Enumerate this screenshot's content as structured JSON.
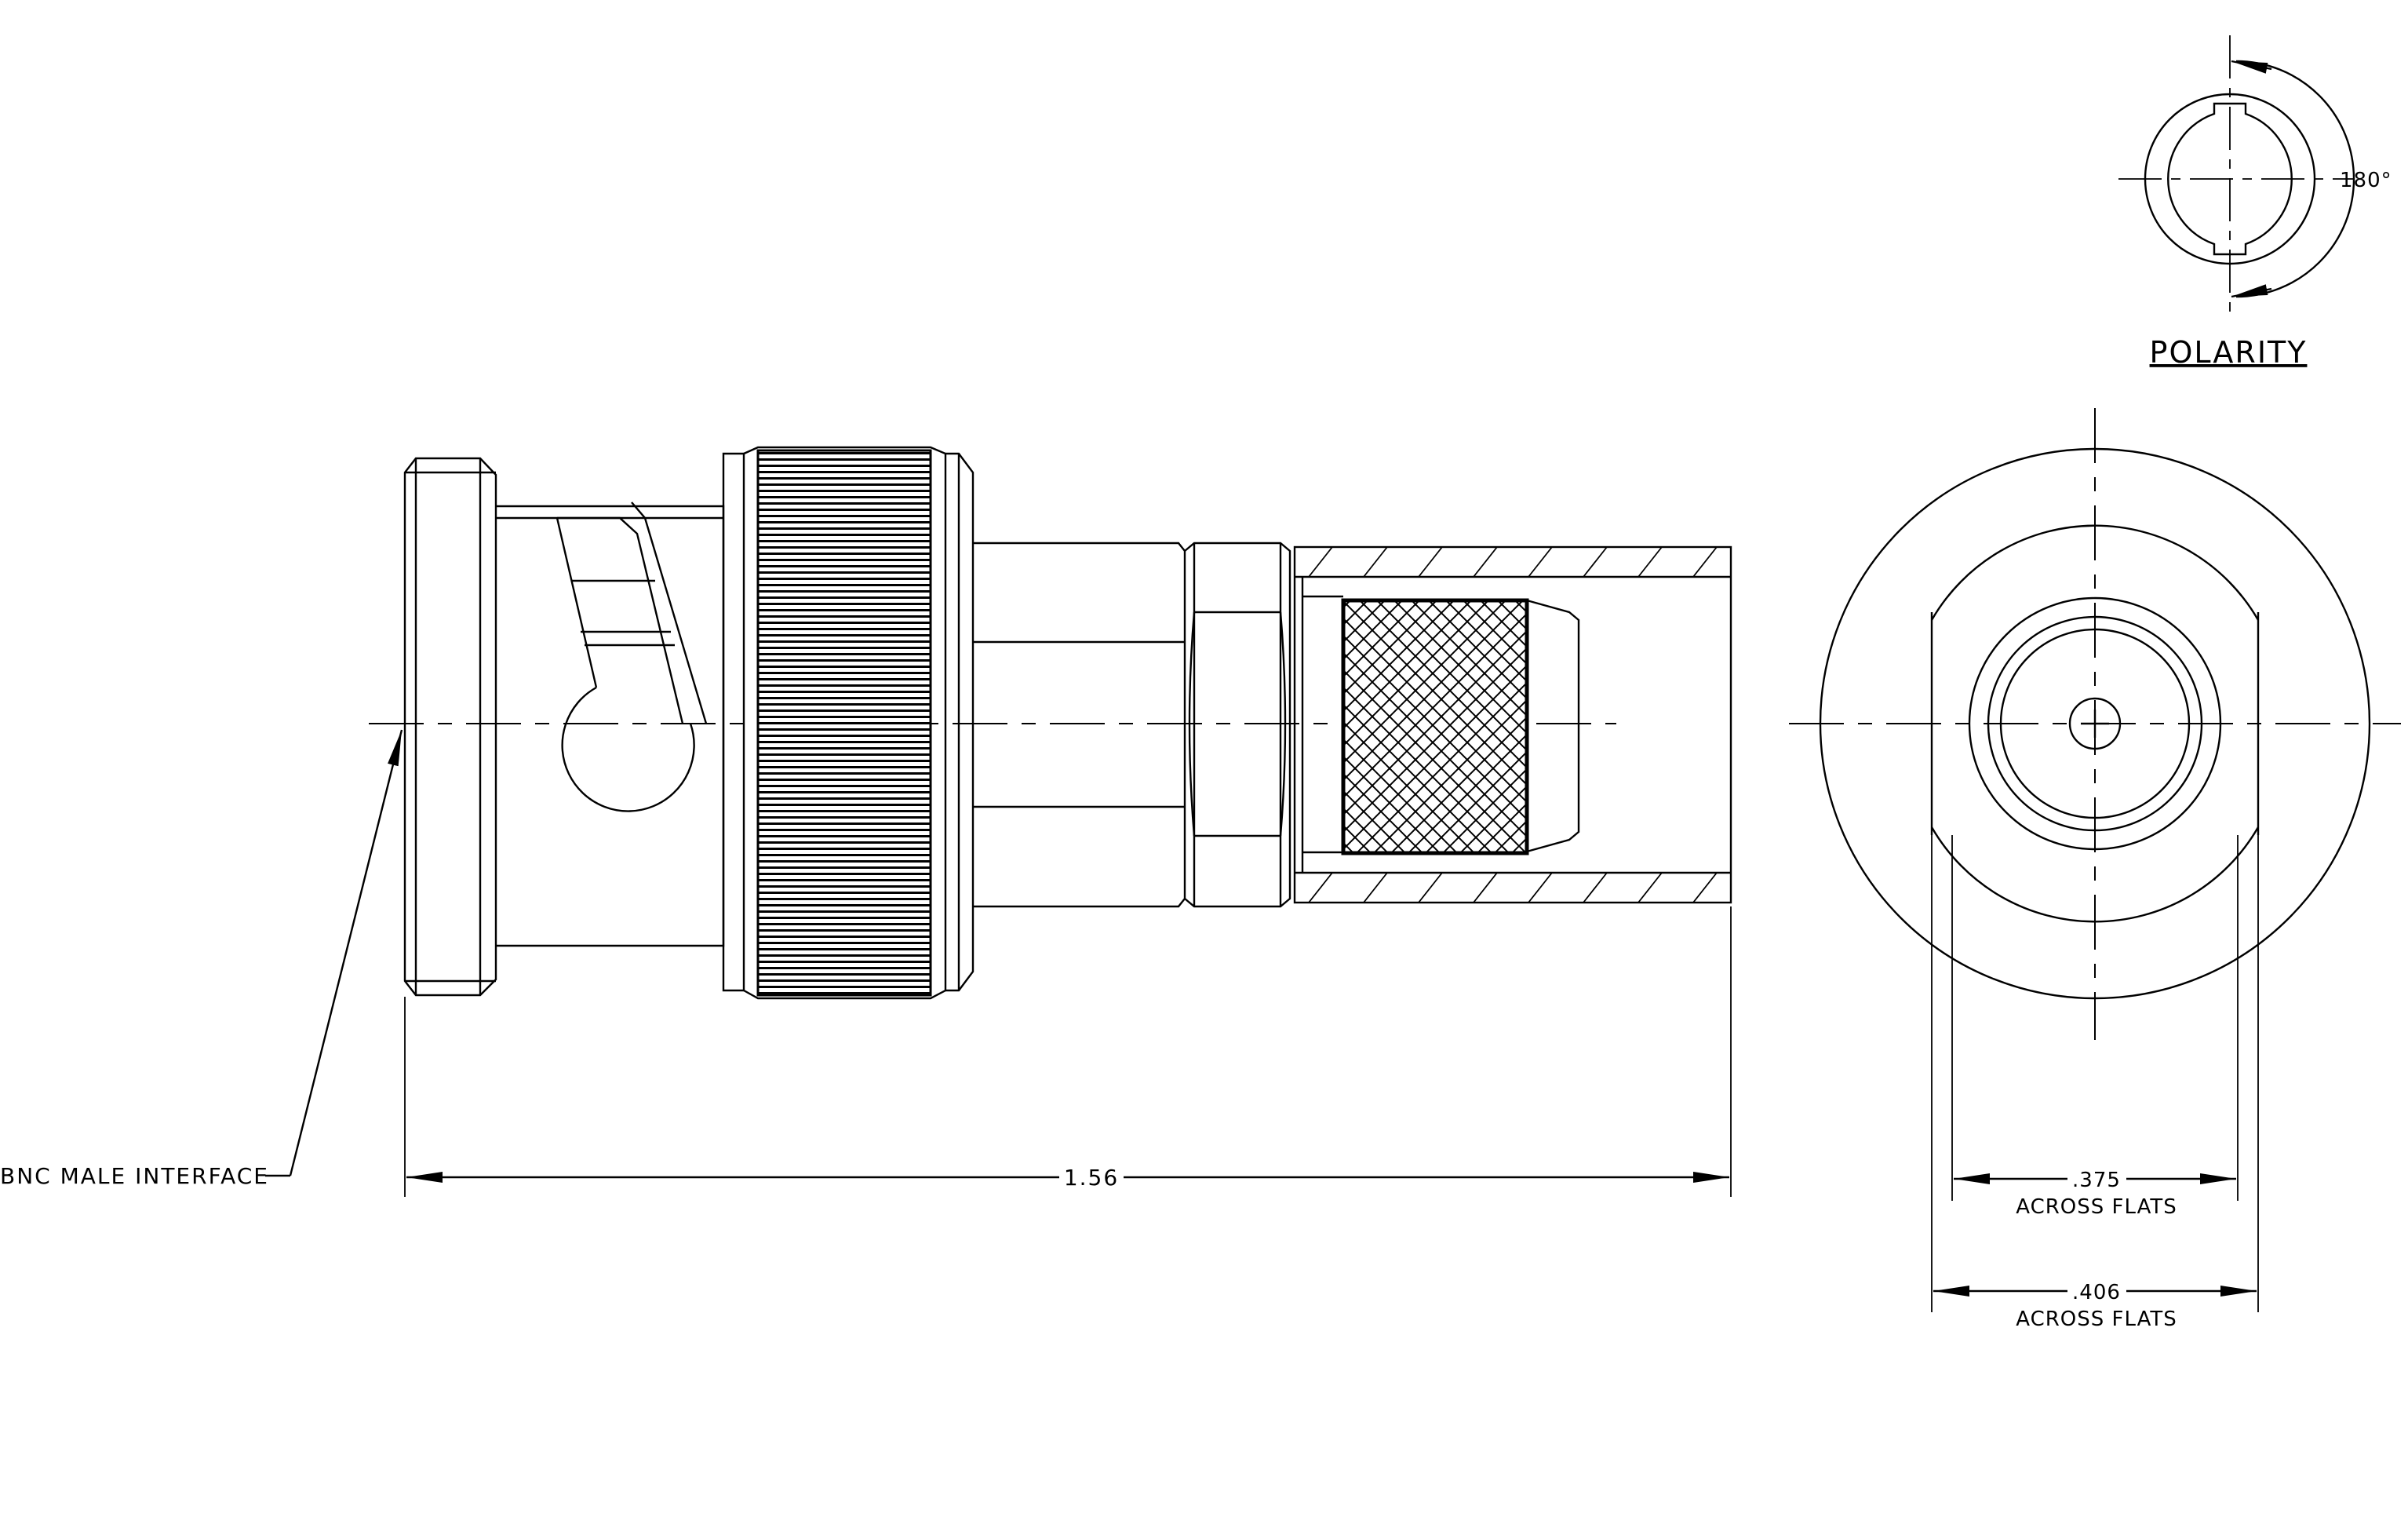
{
  "labels": {
    "interface": "BNC MALE INTERFACE",
    "overall_length": "1.56",
    "polarity_title": "POLARITY",
    "polarity_angle": "180°",
    "flats_375_value": ".375",
    "flats_375_text": "ACROSS FLATS",
    "flats_406_value": ".406",
    "flats_406_text": "ACROSS FLATS"
  }
}
